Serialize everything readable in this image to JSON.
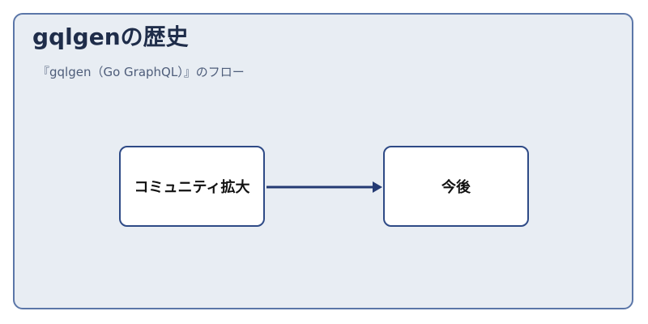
{
  "diagram": {
    "title": "gqlgenの歴史",
    "subtitle": "『gqlgen（Go GraphQL）』のフロー",
    "nodes": [
      {
        "id": "community",
        "label": "コミュニティ拡大"
      },
      {
        "id": "future",
        "label": "今後"
      }
    ],
    "edges": [
      {
        "from": "community",
        "to": "future"
      }
    ]
  },
  "colors": {
    "panel_bg": "#e8edf3",
    "panel_border": "#5b76a8",
    "node_border": "#2e4a86",
    "arrow": "#243a73",
    "title": "#1f2d4a"
  }
}
